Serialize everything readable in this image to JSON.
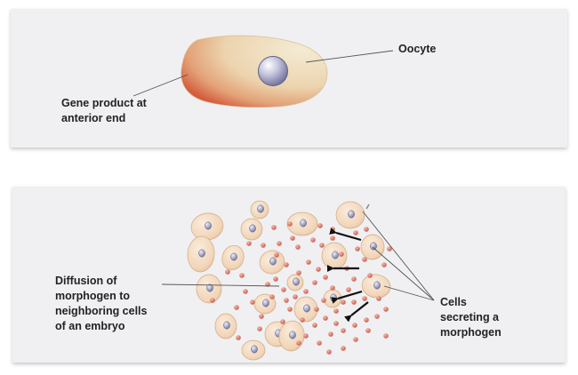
{
  "top_panel": {
    "gene_product_label_line1": "Gene product at",
    "gene_product_label_line2": "anterior end",
    "oocyte_label": "Oocyte"
  },
  "bottom_panel": {
    "diffusion_label_line1": "Diffusion of",
    "diffusion_label_line2": "morphogen to",
    "diffusion_label_line3": "neighboring cells",
    "diffusion_label_line4": "of an embryo",
    "cells_label_line1": "Cells",
    "cells_label_line2": "secreting a",
    "cells_label_line3": "morphogen"
  },
  "colors": {
    "panel_bg": "#f0f0f2",
    "cell_fill": "#f2d7bc",
    "nucleus": "#a7a8c5",
    "morphogen_dot": "#d9776a",
    "anterior_gradient": "#d9684c"
  }
}
